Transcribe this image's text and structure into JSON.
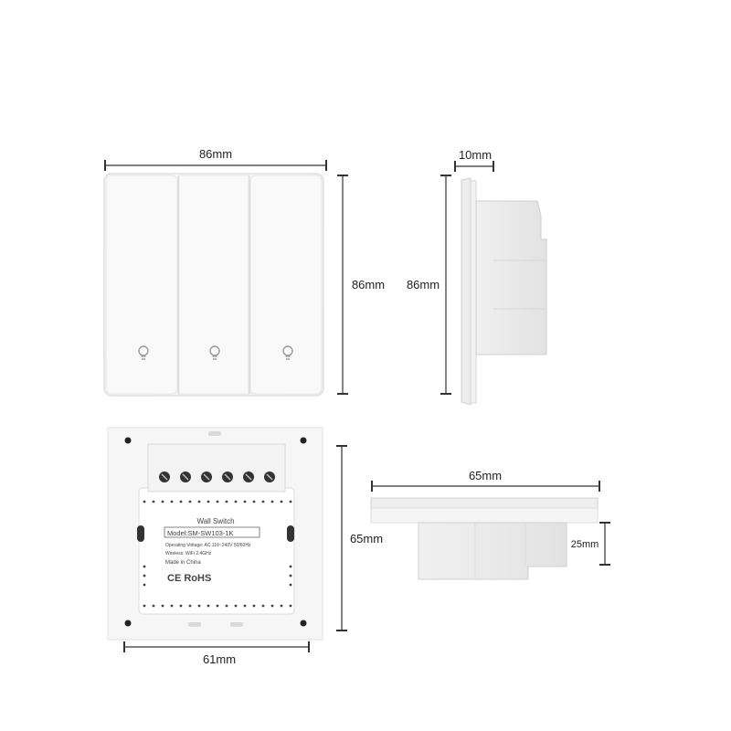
{
  "front_view": {
    "width_label": "86mm",
    "height_label": "86mm",
    "buttons": 3,
    "button_icon": "bulb-icon"
  },
  "side_view": {
    "depth_label": "10mm",
    "height_label": "86mm"
  },
  "back_view": {
    "height_label": "65mm",
    "width_label": "61mm",
    "terminal_count": 6,
    "label": {
      "title": "Wall Switch",
      "model": "Model:SM-SW103-1K",
      "voltage": "Operating Voltage: AC 110~240V  50/60Hz",
      "wireless": "Wireless: WiFi 2.4GHz",
      "made_in": "Made in China",
      "marks": "CE RoHS"
    }
  },
  "bottom_view": {
    "width_label": "65mm",
    "depth_label": "25mm"
  },
  "colors": {
    "panel": "#f7f7f7",
    "panel_edge": "#dcdcdc",
    "line": "#333333"
  }
}
